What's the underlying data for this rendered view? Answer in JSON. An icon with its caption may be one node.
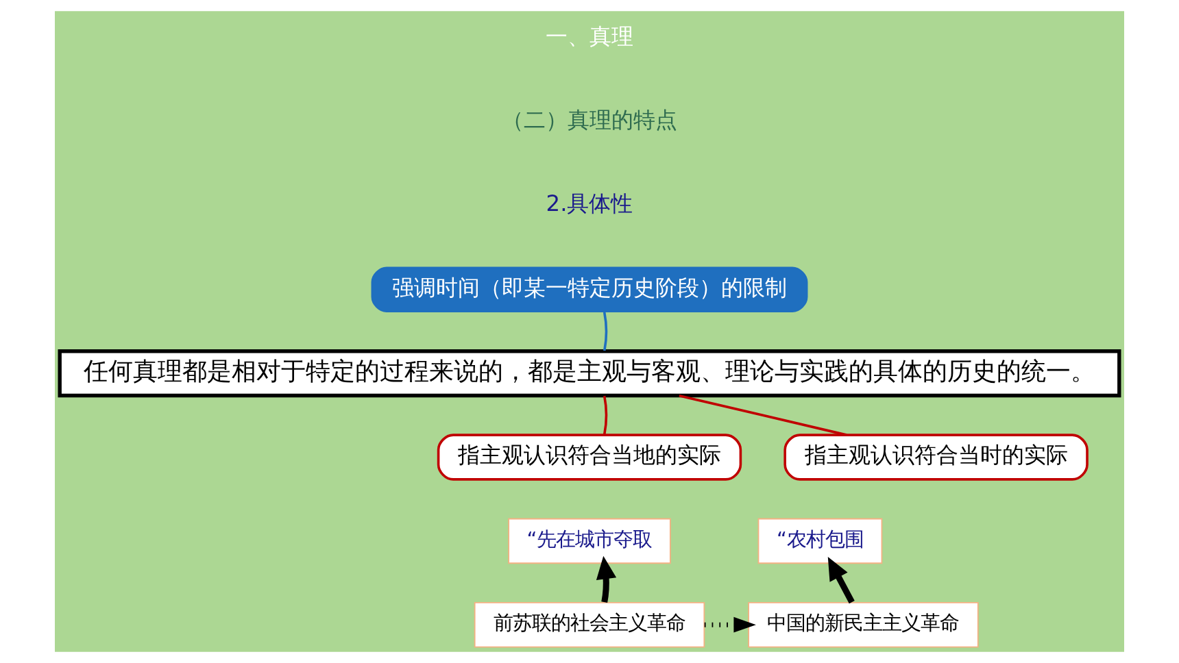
{
  "diagram": {
    "nodes": [
      {
        "text": [
          "任何真理都是相对于特定的过程来说的，都是主观与客观、理论与实践的具体的历史的统一。"
        ]
      },
      {
        "text": [
          "强调时间（即某一特定历史阶段）的限制"
        ]
      },
      {
        "text": [
          "“先在城市夺取"
        ]
      },
      {
        "text": [
          "“农村包围"
        ]
      },
      {
        "text": [
          "指主观认识符合当地的实际"
        ]
      },
      {
        "text": [
          "指主观认识符合当时的实际"
        ]
      },
      {
        "text": [
          "前苏联的社会主义革命"
        ]
      },
      {
        "text": [
          "中国的新民主主义革命"
        ]
      }
    ],
    "edges": [
      {
        "from": 1,
        "to": 0,
        "arrow": "none",
        "color": "#1f6fbf"
      },
      {
        "from": 4,
        "to": 0,
        "arrow": "none",
        "color": "#c00000"
      },
      {
        "from": 5,
        "to": 0,
        "arrow": "none",
        "color": "#c00000"
      },
      {
        "from": 6,
        "to": 2,
        "arrow": "to",
        "style": "thick"
      },
      {
        "from": 7,
        "to": 3,
        "arrow": "to",
        "style": "thick"
      },
      {
        "from": 6,
        "to": 7,
        "arrow": "to",
        "style": "dashed"
      }
    ],
    "labels": [
      "一、真理",
      "（二）真理的特点",
      "2.具体性"
    ]
  }
}
